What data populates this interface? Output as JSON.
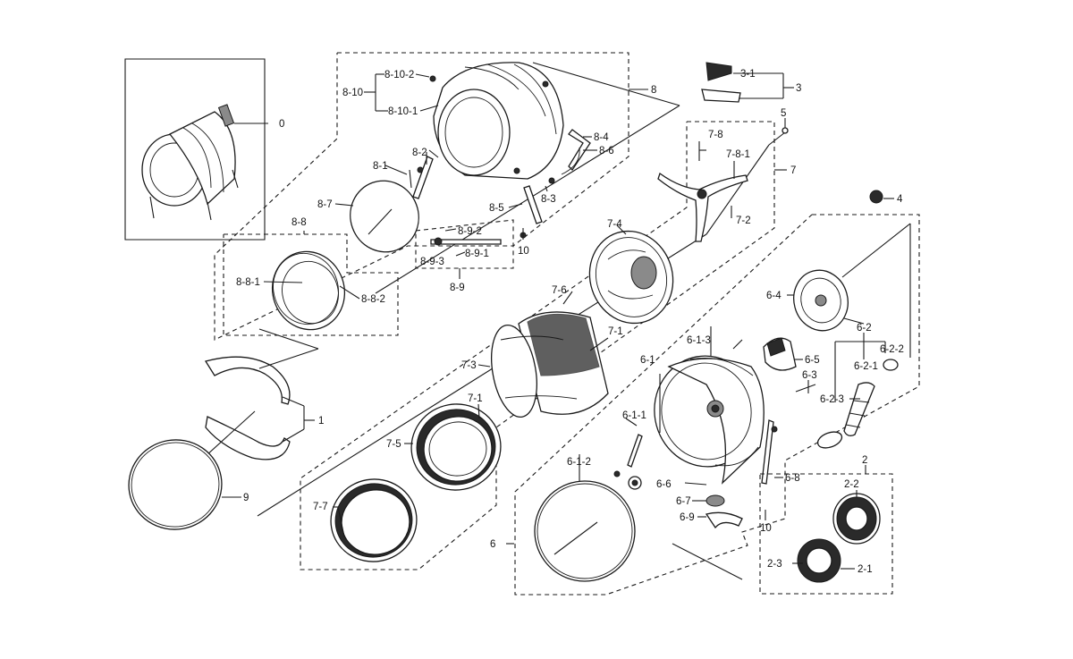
{
  "diagram": {
    "labels": {
      "l0": "0",
      "l1": "1",
      "l2": "2",
      "l2_1": "2-1",
      "l2_2": "2-2",
      "l2_3": "2-3",
      "l3": "3",
      "l3_1": "3-1",
      "l4": "4",
      "l5": "5",
      "l6": "6",
      "l6_1": "6-1",
      "l6_1_1": "6-1-1",
      "l6_1_2": "6-1-2",
      "l6_1_3": "6-1-3",
      "l6_2": "6-2",
      "l6_2_1": "6-2-1",
      "l6_2_2": "6-2-2",
      "l6_2_3": "6-2-3",
      "l6_3": "6-3",
      "l6_4": "6-4",
      "l6_5": "6-5",
      "l6_6": "6-6",
      "l6_7": "6-7",
      "l6_8": "6-8",
      "l6_9": "6-9",
      "l7": "7",
      "l7_1a": "7-1",
      "l7_1b": "7-1",
      "l7_2": "7-2",
      "l7_3": "7-3",
      "l7_4": "7-4",
      "l7_5": "7-5",
      "l7_6": "7-6",
      "l7_7": "7-7",
      "l7_8": "7-8",
      "l7_8_1": "7-8-1",
      "l8": "8",
      "l8_1": "8-1",
      "l8_2": "8-2",
      "l8_3": "8-3",
      "l8_4": "8-4",
      "l8_5": "8-5",
      "l8_6": "8-6",
      "l8_7": "8-7",
      "l8_8": "8-8",
      "l8_8_1": "8-8-1",
      "l8_8_2": "8-8-2",
      "l8_9": "8-9",
      "l8_9_1": "8-9-1",
      "l8_9_2": "8-9-2",
      "l8_9_3": "8-9-3",
      "l8_10": "8-10",
      "l8_10_1": "8-10-1",
      "l8_10_2": "8-10-2",
      "l9": "9",
      "l10a": "10",
      "l10b": "10"
    }
  }
}
